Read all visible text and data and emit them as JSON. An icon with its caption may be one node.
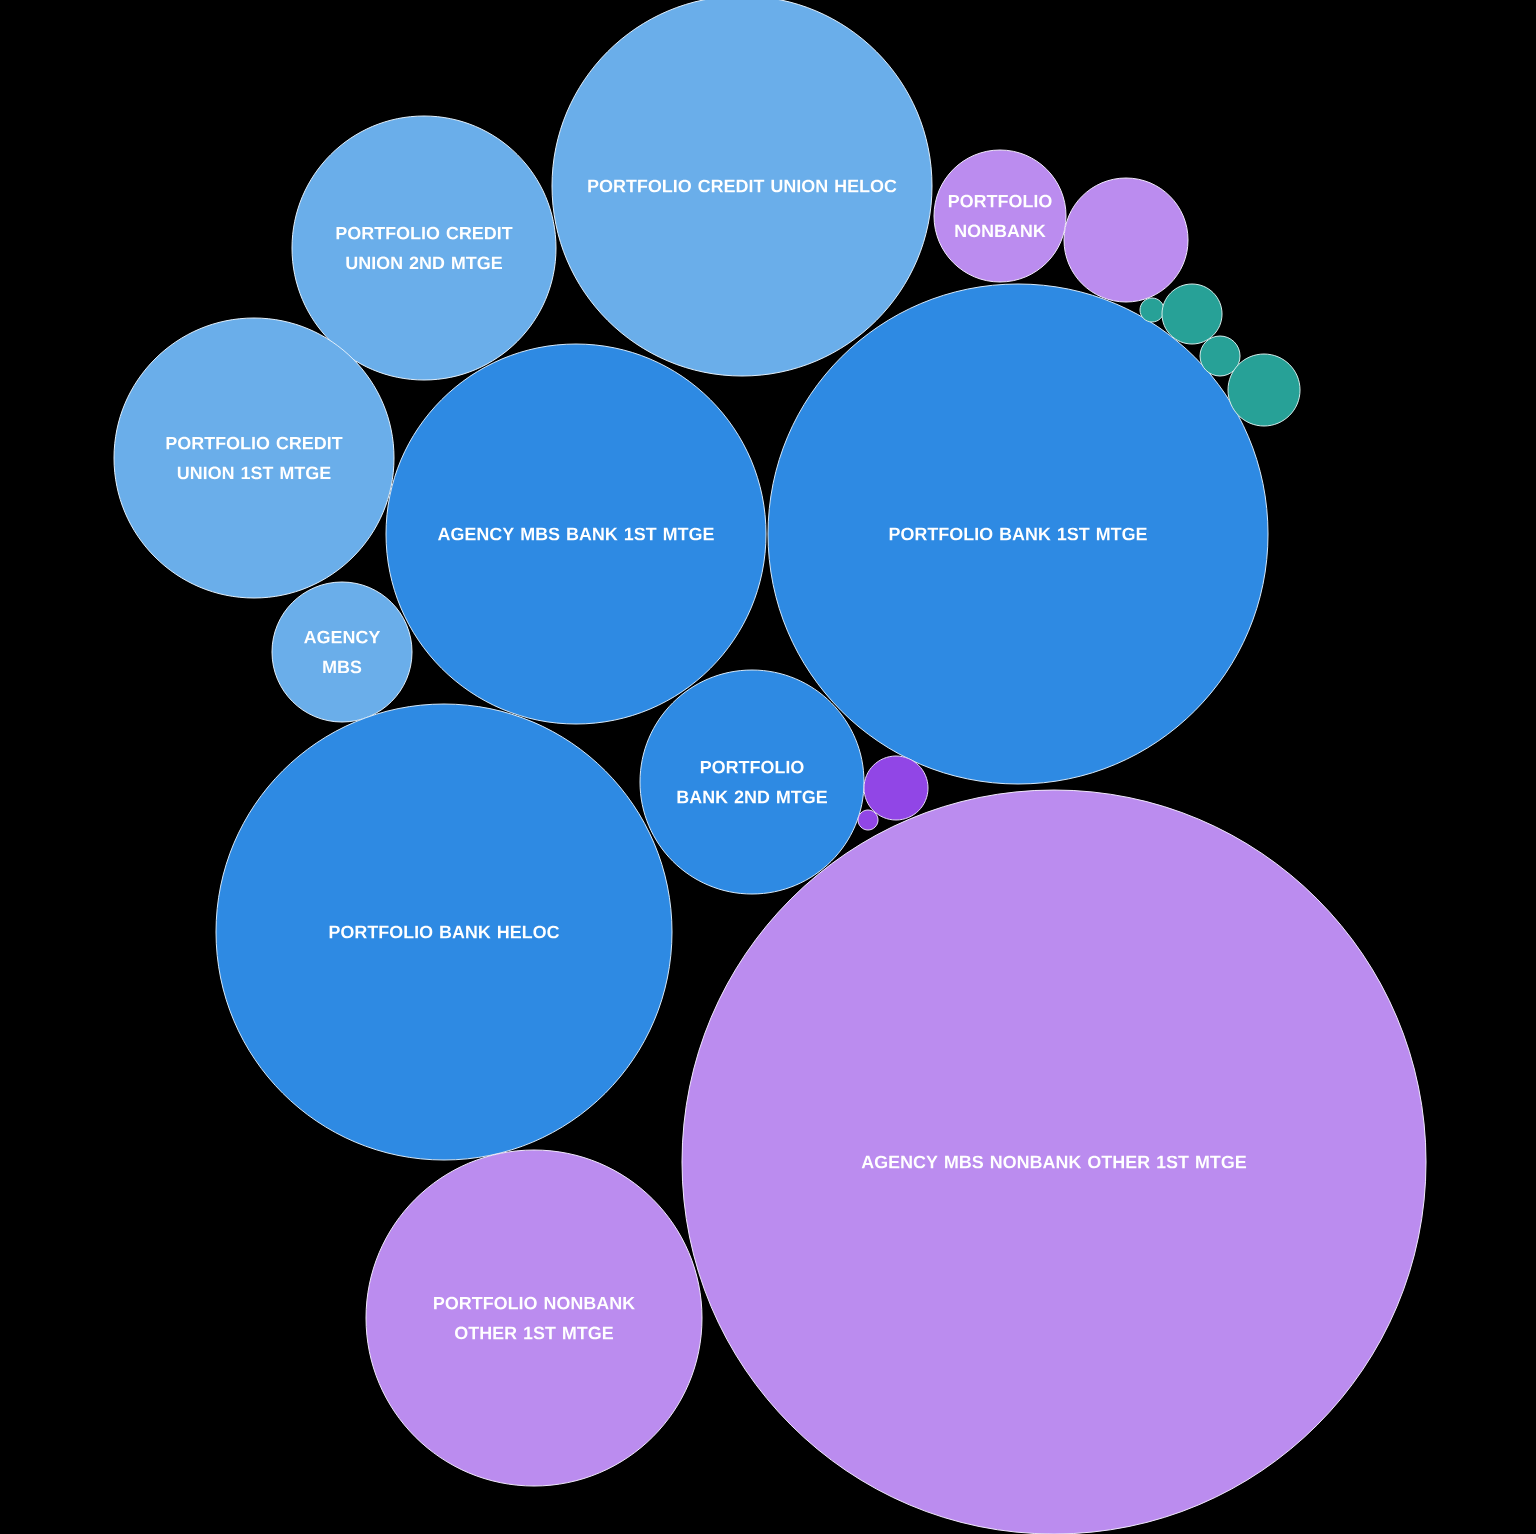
{
  "diagram": {
    "nodes": [
      {
        "text": [
          "PORTFOLIO CREDIT UNION HELOC"
        ]
      },
      {
        "text": [
          "PORTFOLIO CREDIT UNION 2ND MTGE"
        ]
      },
      {
        "text": [
          "PORTFOLIO NONBANK"
        ]
      },
      {
        "text": [],
        "shape": "circle"
      },
      {
        "text": [
          "PORTFOLIO CREDIT UNION 1ST MTGE"
        ]
      },
      {
        "text": [
          "AGENCY MBS BANK 1ST MTGE"
        ]
      },
      {
        "text": [
          "PORTFOLIO BANK 1ST MTGE"
        ]
      },
      {
        "text": [],
        "shape": "circle"
      },
      {
        "text": [],
        "shape": "circle"
      },
      {
        "text": [],
        "shape": "circle"
      },
      {
        "text": [],
        "shape": "circle"
      },
      {
        "text": [
          "AGENCY MBS"
        ]
      },
      {
        "text": [
          "PORTFOLIO BANK 2ND MTGE"
        ]
      },
      {
        "text": [],
        "shape": "circle"
      },
      {
        "text": [],
        "shape": "circle"
      },
      {
        "text": [
          "PORTFOLIO BANK HELOC"
        ]
      },
      {
        "text": [
          "AGENCY MBS NONBANK OTHER 1ST MTGE"
        ]
      },
      {
        "text": [
          "PORTFOLIO NONBANK OTHER 1ST MTGE"
        ]
      }
    ]
  }
}
